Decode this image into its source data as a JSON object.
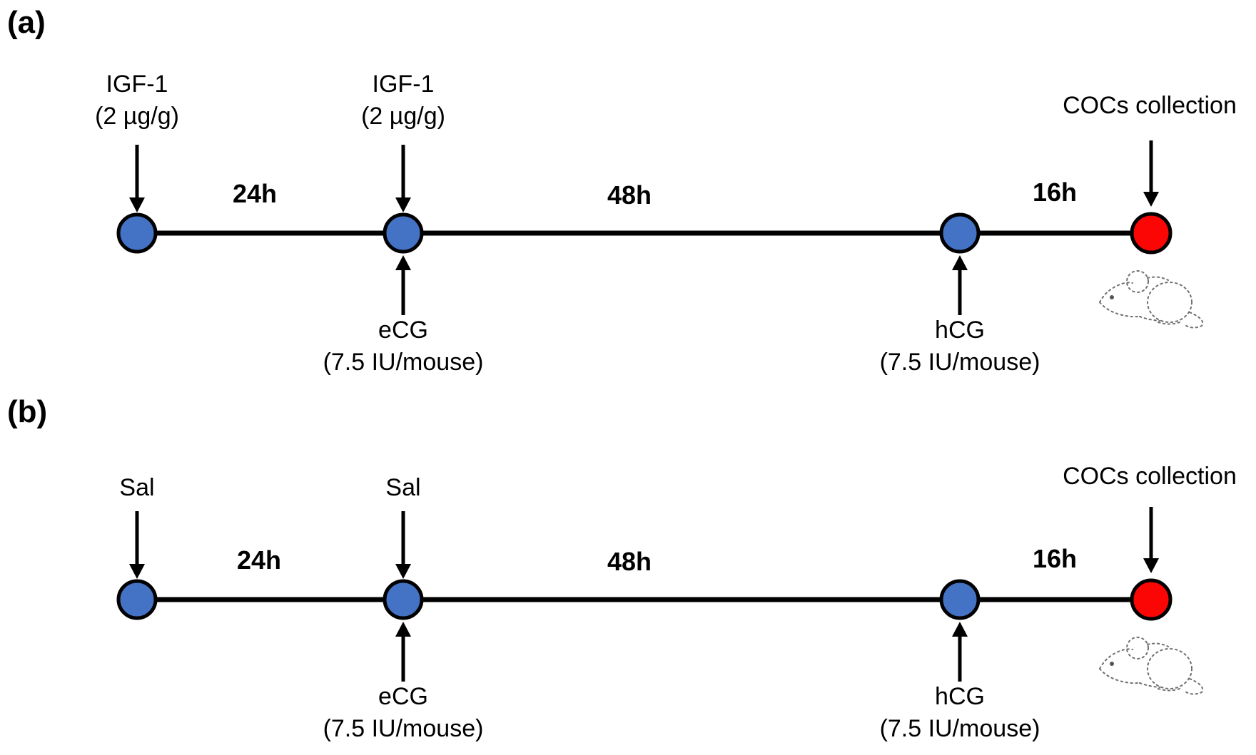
{
  "figure_type": "experimental-timeline-diagram",
  "colors": {
    "node_blue": "#4472C4",
    "endpoint_red": "#FB0505",
    "line_black": "#000000"
  },
  "panel_a": {
    "label": "(a)",
    "pre_treatment_1": {
      "name": "IGF-1",
      "dose": "(2 µg/g)"
    },
    "pre_treatment_2": {
      "name": "IGF-1",
      "dose": "(2 µg/g)"
    },
    "intervals": {
      "first": "24h",
      "second": "48h",
      "third": "16h"
    },
    "gonadotropin_1": {
      "name": "eCG",
      "dose": "(7.5 IU/mouse)"
    },
    "gonadotropin_2": {
      "name": "hCG",
      "dose": "(7.5 IU/mouse)"
    },
    "endpoint_label": "COCs collection"
  },
  "panel_b": {
    "label": "(b)",
    "pre_treatment_1": {
      "name": "Sal",
      "dose": ""
    },
    "pre_treatment_2": {
      "name": "Sal",
      "dose": ""
    },
    "intervals": {
      "first": "24h",
      "second": "48h",
      "third": "16h"
    },
    "gonadotropin_1": {
      "name": "eCG",
      "dose": "(7.5 IU/mouse)"
    },
    "gonadotropin_2": {
      "name": "hCG",
      "dose": "(7.5 IU/mouse)"
    },
    "endpoint_label": "COCs collection"
  }
}
